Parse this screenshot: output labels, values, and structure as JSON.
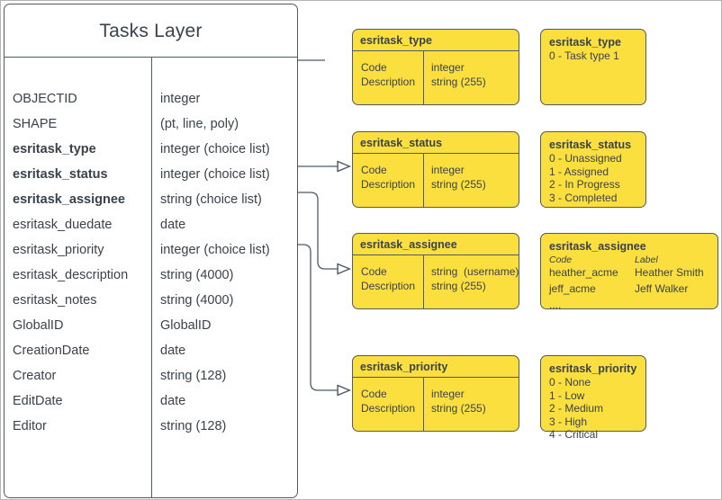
{
  "diagram": {
    "title": "Tasks Layer",
    "entity": {
      "fields": [
        {
          "name": "OBJECTID",
          "type": "integer",
          "bold": false
        },
        {
          "name": "SHAPE",
          "type": "(pt, line, poly)",
          "bold": false
        },
        {
          "name": "esritask_type",
          "type": "integer (choice list)",
          "bold": true
        },
        {
          "name": "esritask_status",
          "type": "integer (choice list)",
          "bold": true
        },
        {
          "name": "esritask_assignee",
          "type": "string (choice list)",
          "bold": true
        },
        {
          "name": "esritask_duedate",
          "type": "date",
          "bold": false
        },
        {
          "name": "esritask_priority",
          "type": "integer (choice list)",
          "bold": false
        },
        {
          "name": "esritask_description",
          "type": "string (4000)",
          "bold": false
        },
        {
          "name": "esritask_notes",
          "type": "string (4000)",
          "bold": false
        },
        {
          "name": "GlobalID",
          "type": "GlobalID",
          "bold": false
        },
        {
          "name": "CreationDate",
          "type": "date",
          "bold": false
        },
        {
          "name": "Creator",
          "type": "string (128)",
          "bold": false
        },
        {
          "name": "EditDate",
          "type": "date",
          "bold": false
        },
        {
          "name": "Editor",
          "type": "string (128)",
          "bold": false
        }
      ]
    },
    "domain_tables": [
      {
        "title": "esritask_type",
        "left_col": "Code\nDescription",
        "right_col": "integer\nstring (255)"
      },
      {
        "title": "esritask_status",
        "left_col": "Code\nDescription",
        "right_col": "integer\nstring (255)"
      },
      {
        "title": "esritask_assignee",
        "left_col": "Code\nDescription",
        "right_col": "string  (username)\nstring (255)"
      },
      {
        "title": "esritask_priority",
        "left_col": "Code\nDescription",
        "right_col": "integer\nstring (255)"
      }
    ],
    "legends": {
      "type": {
        "title": "esritask_type",
        "values": [
          "0 - Task type 1"
        ]
      },
      "status": {
        "title": "esritask_status",
        "values": [
          "0 - Unassigned",
          "1 - Assigned",
          "2 - In Progress",
          "3 - Completed"
        ]
      },
      "assignee": {
        "title": "esritask_assignee",
        "header_code": "Code",
        "header_label": "Label",
        "rows": [
          {
            "code": "heather_acme",
            "label": "Heather Smith"
          },
          {
            "code": "jeff_acme",
            "label": "Jeff Walker"
          },
          {
            "code": "....",
            "label": ""
          }
        ]
      },
      "priority": {
        "title": "esritask_priority",
        "values": [
          "0 - None",
          "1 - Low",
          "2 - Medium",
          "3 - High",
          "4 - Critical"
        ]
      }
    },
    "colors": {
      "domain_fill": "#fbdf3e",
      "stroke": "#4e5a66",
      "text": "#3a424c",
      "page_border": "#b5b5b5"
    }
  }
}
